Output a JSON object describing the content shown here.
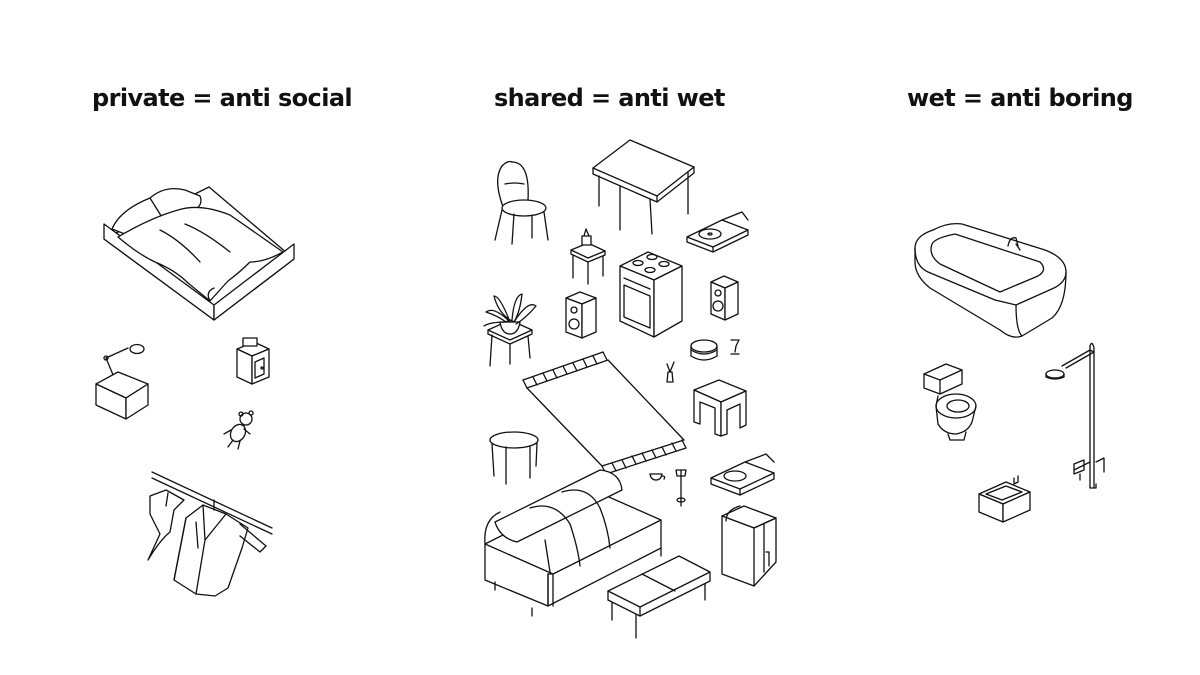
{
  "columns": [
    {
      "id": "private",
      "title": "private = anti social"
    },
    {
      "id": "shared",
      "title": "shared = anti wet"
    },
    {
      "id": "wet",
      "title": "wet = anti boring"
    }
  ],
  "colors": {
    "line": "#111111",
    "background": "#ffffff"
  },
  "icons": {
    "private": [
      "bed-icon",
      "desk-lamp-icon",
      "nightstand-icon",
      "safe-icon",
      "teddy-bear-icon",
      "clothes-rack-icon"
    ],
    "shared": [
      "chair-icon",
      "dining-table-icon",
      "record-player-icon",
      "side-table-icon",
      "stove-icon",
      "speaker-icon",
      "plant-table-icon",
      "cake-icon",
      "rug-icon",
      "stool-icon",
      "round-table-icon",
      "sofa-icon",
      "bench-icon",
      "fridge-icon",
      "candle-icon",
      "cup-icon",
      "glass-icon",
      "vase-icon"
    ],
    "wet": [
      "bathtub-icon",
      "toilet-icon",
      "shower-icon",
      "sink-icon"
    ]
  }
}
